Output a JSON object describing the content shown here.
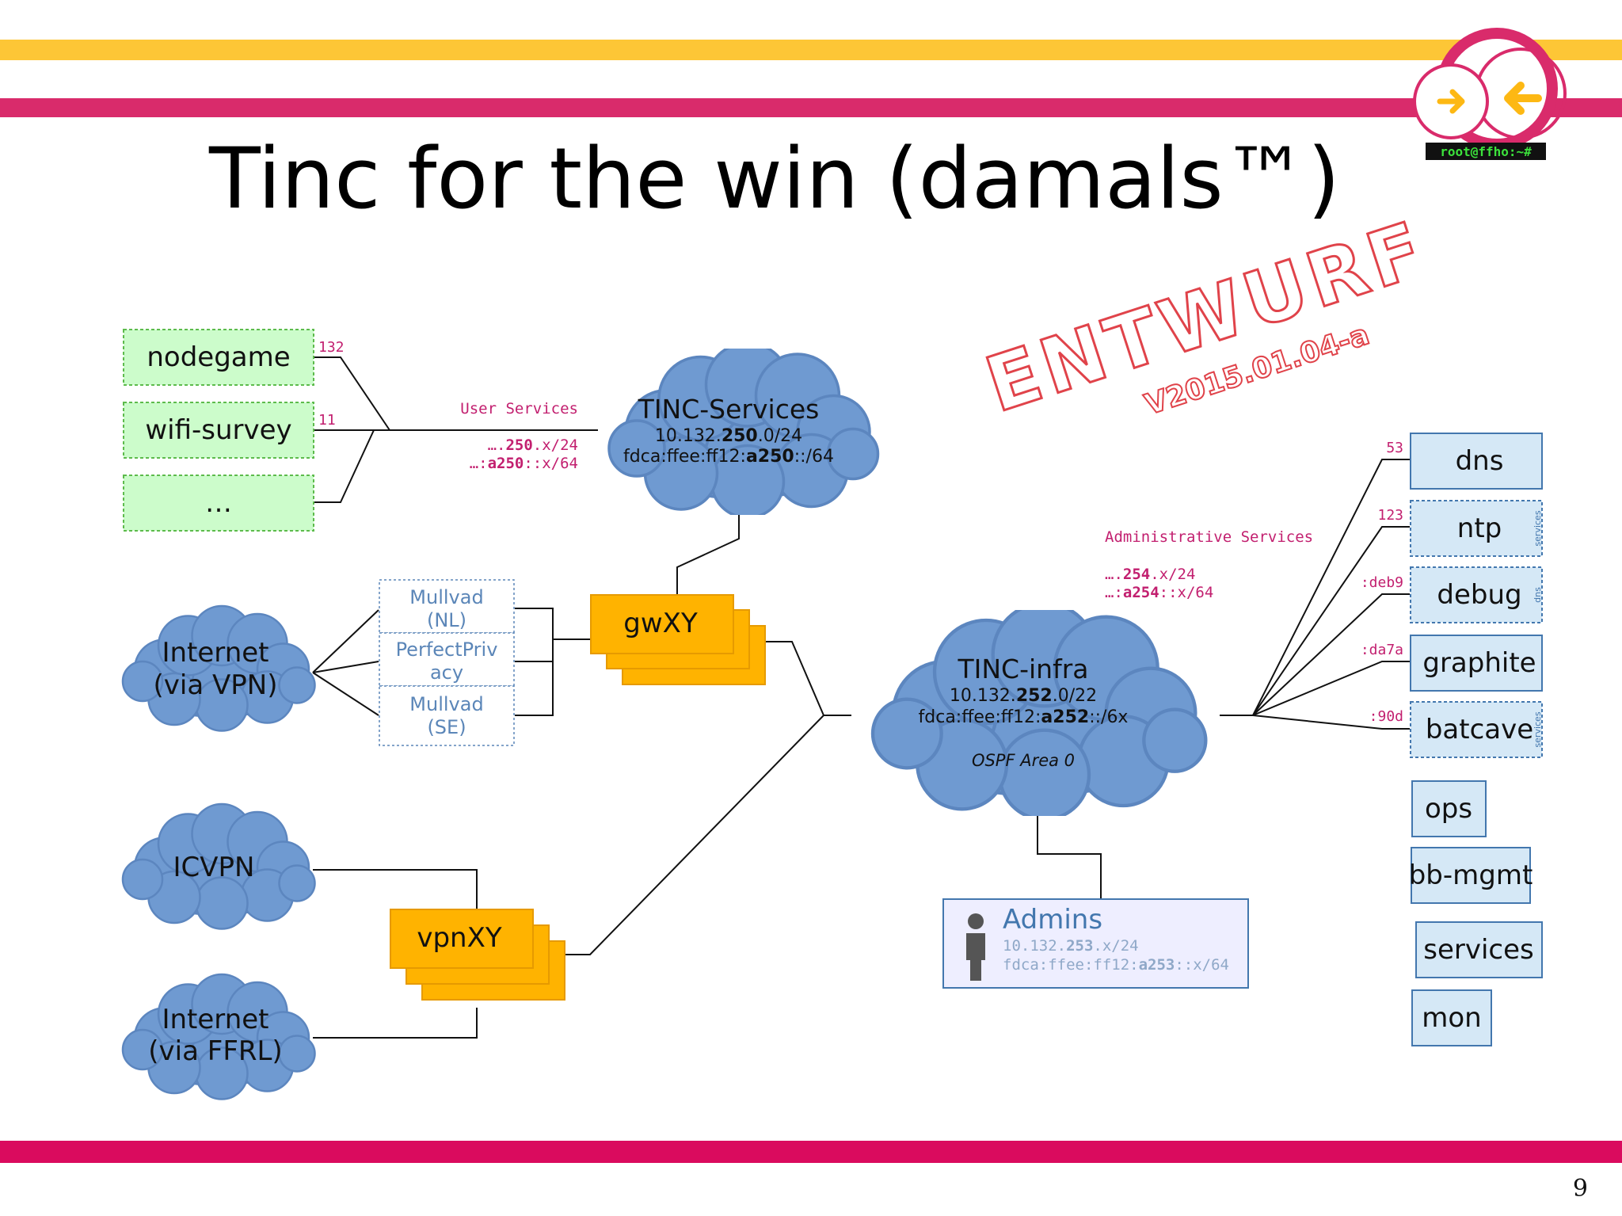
{
  "slide": {
    "title": "Tinc for the win (damals™)",
    "page_number": "9",
    "prompt_badge": "root@ffho:~#"
  },
  "stamp": {
    "word": "ENTWURF",
    "version": "V2015.01.04-a"
  },
  "colors": {
    "yellow_bar": "#FDC636",
    "pink_bar": "#D92B6B",
    "bottom_bar": "#DA0B5E",
    "cloud_fill": "#6F9AD1",
    "cloud_stroke": "#5C86BF",
    "green_box": "#CCFCCB",
    "green_stroke": "#5DBB4C",
    "service_box": "#D5E8F6",
    "service_stroke": "#4377AE",
    "orange_box": "#FFB300",
    "orange_stroke": "#E69A00",
    "admin_box": "#EEEEFF",
    "accent_text": "#C21F6F",
    "stamp_red": "#E0434A",
    "mullvad_text": "#5B86B8"
  },
  "user_services": {
    "label": "User Services",
    "ipv4_prefix": "….",
    "ipv4_bold": "250",
    "ipv4_suffix": ".x/24",
    "ipv6_prefix": "…:",
    "ipv6_bold": "a250",
    "ipv6_suffix": "::x/64",
    "items": [
      {
        "name": "nodegame",
        "tag": "132"
      },
      {
        "name": "wifi-survey",
        "tag": "11"
      },
      {
        "name": "…",
        "tag": ""
      }
    ]
  },
  "tinc_services": {
    "title": "TINC-Services",
    "ipv4_prefix": "10.132.",
    "ipv4_bold": "250",
    "ipv4_suffix": ".0/24",
    "ipv6_prefix": "fdca:ffee:ff12:",
    "ipv6_bold": "a250",
    "ipv6_suffix": "::/64"
  },
  "tinc_infra": {
    "title": "TINC-infra",
    "ipv4_prefix": "10.132.",
    "ipv4_bold": "252",
    "ipv4_suffix": ".0/22",
    "ipv6_prefix": "fdca:ffee:ff12:",
    "ipv6_bold": "a252",
    "ipv6_suffix": "::/6x",
    "ospf": "OSPF Area 0"
  },
  "admin_services": {
    "label": "Administrative Services",
    "ipv4_prefix": "….",
    "ipv4_bold": "254",
    "ipv4_suffix": ".x/24",
    "ipv6_prefix": "…:",
    "ipv6_bold": "a254",
    "ipv6_suffix": "::x/64",
    "items": [
      {
        "name": "dns",
        "tag": "53",
        "dashed": false,
        "side": ""
      },
      {
        "name": "ntp",
        "tag": "123",
        "dashed": true,
        "side": "services"
      },
      {
        "name": "debug",
        "tag": ":deb9",
        "dashed": true,
        "side": "dns"
      },
      {
        "name": "graphite",
        "tag": ":da7a",
        "dashed": false,
        "side": ""
      },
      {
        "name": "batcave",
        "tag": ":90d",
        "dashed": true,
        "side": "services"
      }
    ]
  },
  "extra_services": [
    "ops",
    "bb-mgmt",
    "services",
    "mon"
  ],
  "uplinks": {
    "internet_vpn": [
      "Internet",
      "(via VPN)"
    ],
    "icvpn": "ICVPN",
    "internet_ffrl": [
      "Internet",
      "(via FFRL)"
    ],
    "vpn_providers": [
      [
        "Mullvad",
        "(NL)"
      ],
      [
        "PerfectPriv",
        "acy"
      ],
      [
        "Mullvad",
        "(SE)"
      ]
    ]
  },
  "gateways": {
    "gw": "gwXY",
    "vpn": "vpnXY"
  },
  "admins": {
    "title": "Admins",
    "ipv4_prefix": "10.132.",
    "ipv4_bold": "253",
    "ipv4_suffix": ".x/24",
    "ipv6_prefix": "fdca:ffee:ff12:",
    "ipv6_bold": "a253",
    "ipv6_suffix": "::x/64"
  }
}
